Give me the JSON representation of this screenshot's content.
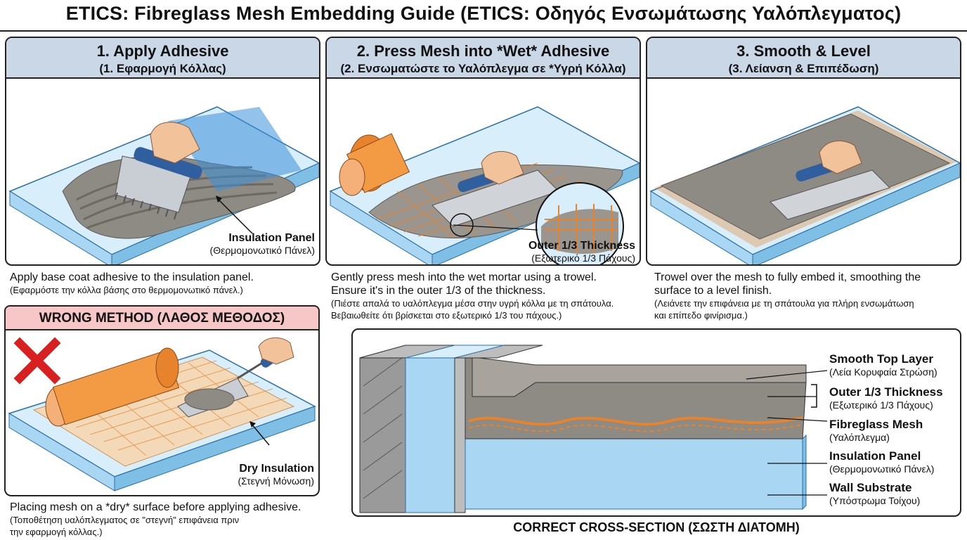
{
  "title": "ETICS: Fibreglass Mesh Embedding Guide (ETICS: Οδηγός Ενσωμάτωσης Υαλόπλεγματος)",
  "steps": [
    {
      "heading": "1. Apply Adhesive",
      "heading_gr": "(1. Εφαρμογή Κόλλας)",
      "label": "Insulation Panel",
      "label_gr": "(Θερμομονωτικό Πάνελ)",
      "desc_en": "Apply base coat adhesive to the insulation panel.",
      "desc_gr": "(Εφαρμόστε την κόλλα βάσης στο θερμομονωτικό πάνελ.)"
    },
    {
      "heading": "2. Press Mesh into *Wet* Adhesive",
      "heading_gr": "(2. Ενσωματώστε το Υαλόπλεγμα σε *Υγρή Κόλλα)",
      "label": "Outer 1/3 Thickness",
      "label_gr": "(Εξωτερικό 1/3 Πάχους)",
      "desc_en_1": "Gently press mesh into the wet mortar using a trowel.",
      "desc_en_2": "Ensure it's in the outer 1/3 of the thickness.",
      "desc_gr_1": "(Πιέστε απαλά το υαλόπλεγμα μέσα στην υγρή κόλλα με τη σπάτουλα.",
      "desc_gr_2": "Βεβαιωθείτε ότι βρίσκεται στο εξωτερικό 1/3 του πάχους.)"
    },
    {
      "heading": "3. Smooth & Level",
      "heading_gr": "(3. Λείανση & Επιπέδωση)",
      "desc_en_1": "Trowel over the mesh to fully embed it, smoothing the",
      "desc_en_2": "surface to a level finish.",
      "desc_gr_1": "(Λειάνετε την επιφάνεια με τη σπάτουλα για πλήρη ενσωμάτωση",
      "desc_gr_2": "και επίπεδο φινίρισμα.)"
    }
  ],
  "wrong": {
    "heading": "WRONG METHOD (ΛΑΘΟΣ ΜΕΘΟΔΟΣ)",
    "label": "Dry Insulation",
    "label_gr": "(Στεγνή Μόνωση)",
    "desc_en": "Placing mesh on a *dry* surface before applying adhesive.",
    "desc_gr_1": "(Τοποθέτηση υαλόπλεγματος σε \"στεγνή\" επιφάνεια πριν",
    "desc_gr_2": "την εφαρμογή κόλλας.)"
  },
  "cross_section": {
    "title": "CORRECT CROSS-SECTION (ΣΩΣΤΗ ΔΙΑΤΟΜΗ)",
    "layers": [
      {
        "name": "Smooth Top Layer",
        "name_gr": "(Λεία Κορυφαία Στρώση)"
      },
      {
        "name": "Outer 1/3 Thickness",
        "name_gr": "(Εξωτερικό 1/3 Πάχους)"
      },
      {
        "name": "Fibreglass Mesh",
        "name_gr": "(Υαλόπλεγμα)"
      },
      {
        "name": "Insulation Panel",
        "name_gr": "(Θερμομονωτικό Πάνελ)"
      },
      {
        "name": "Wall Substrate",
        "name_gr": "(Υπόστρωμα Τοίχου)"
      }
    ]
  },
  "colors": {
    "header_blue": "#c9d7e6",
    "wrong_red": "#f7c6c6",
    "insulation": "#a9d6f2",
    "mortar": "#8e8a84",
    "mesh": "#e7832c",
    "cross": "#d92020"
  }
}
